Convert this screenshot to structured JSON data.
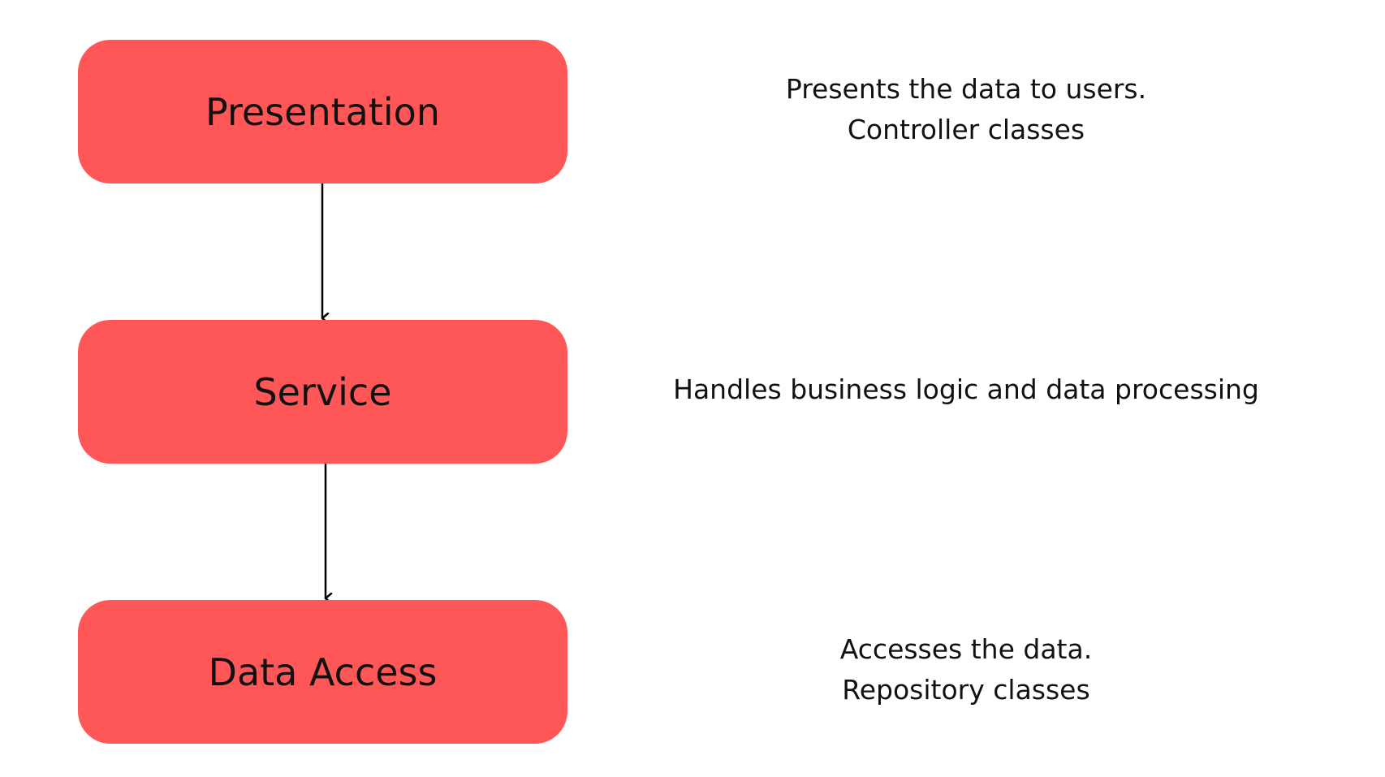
{
  "colors": {
    "box_fill": "#FF5757",
    "text": "#111111",
    "arrow": "#000000",
    "background": "#FFFFFF"
  },
  "layers": [
    {
      "label": "Presentation",
      "description": [
        "Presents the data to users.",
        "Controller classes"
      ]
    },
    {
      "label": "Service",
      "description": [
        "Handles business logic and data processing"
      ]
    },
    {
      "label": "Data Access",
      "description": [
        "Accesses the data.",
        "Repository classes"
      ]
    }
  ]
}
